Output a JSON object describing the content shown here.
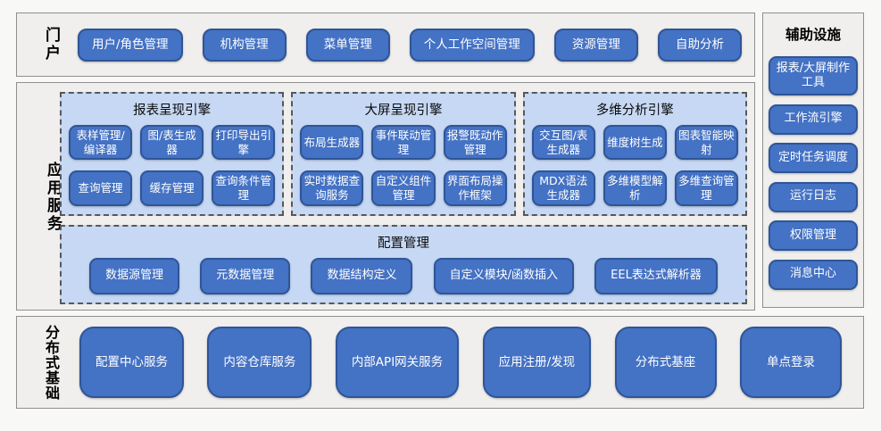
{
  "portal": {
    "label": "门户",
    "items": [
      "用户/角色管理",
      "机构管理",
      "菜单管理",
      "个人工作空间管理",
      "资源管理",
      "自助分析"
    ]
  },
  "app_services": {
    "label": "应用服务",
    "groups": [
      {
        "title": "报表呈现引擎",
        "items": [
          "表样管理/编译器",
          "图/表生成器",
          "打印导出引擎",
          "查询管理",
          "缓存管理",
          "查询条件管理"
        ]
      },
      {
        "title": "大屏呈现引擎",
        "items": [
          "布局生成器",
          "事件联动管理",
          "报警既动作管理",
          "实时数据查询服务",
          "自定义组件管理",
          "界面布局操作框架"
        ]
      },
      {
        "title": "多维分析引擎",
        "items": [
          "交互图/表生成器",
          "维度树生成",
          "图表智能映射",
          "MDX语法生成器",
          "多维模型解析",
          "多维查询管理"
        ]
      }
    ],
    "config": {
      "title": "配置管理",
      "items": [
        "数据源管理",
        "元数据管理",
        "数据结构定义",
        "自定义模块/函数插入",
        "EEL表达式解析器"
      ]
    }
  },
  "auxiliary": {
    "title": "辅助设施",
    "items": [
      "报表/大屏制作工具",
      "工作流引擎",
      "定时任务调度",
      "运行日志",
      "权限管理",
      "消息中心"
    ]
  },
  "foundation": {
    "label": "分布式基础",
    "items": [
      "配置中心服务",
      "内容仓库服务",
      "内部API网关服务",
      "应用注册/发现",
      "分布式基座",
      "单点登录"
    ]
  },
  "colors": {
    "button_fill": "#4472C4",
    "button_border": "#2F5597",
    "group_fill": "#C6D8F4",
    "section_fill": "#F0EFED",
    "section_border": "#8F8F8F"
  }
}
